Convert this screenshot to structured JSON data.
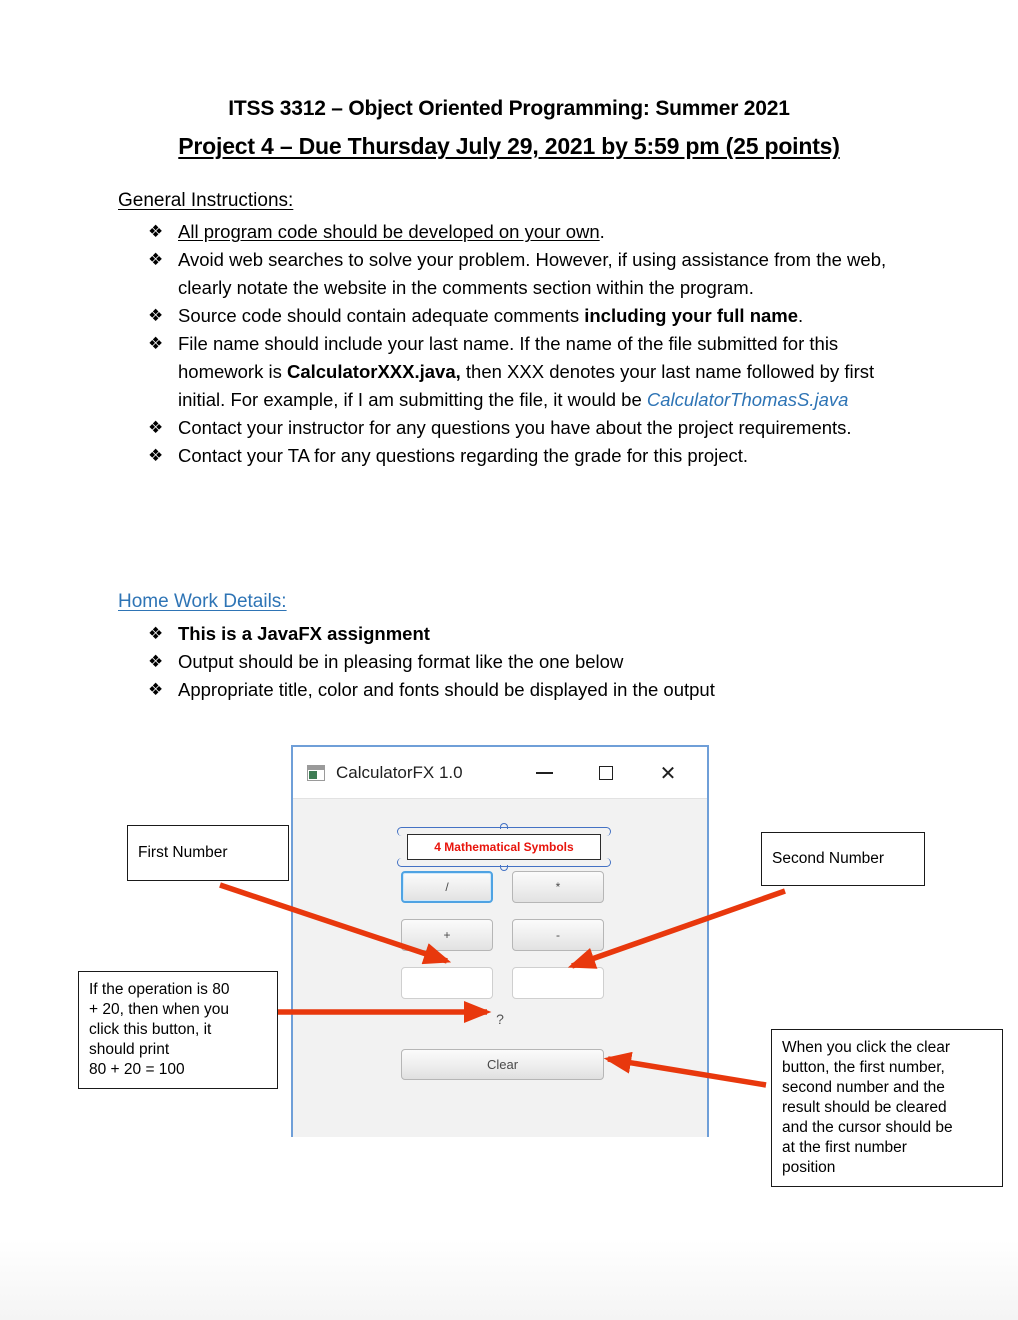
{
  "document": {
    "title_line1": "ITSS 3312 – Object Oriented Programming: Summer 2021",
    "title_line2": "Project 4 – Due Thursday July 29, 2021 by 5:59 pm (25 points)"
  },
  "general_instructions": {
    "heading": "General Instructions:",
    "bullet_glyph": "❖",
    "items": [
      {
        "id": "develop-on-own",
        "segments": [
          {
            "text": "All program code should be developed on your own",
            "style": "underline"
          },
          {
            "text": ".",
            "style": "normal"
          }
        ]
      },
      {
        "id": "avoid-web-searches",
        "segments": [
          {
            "text": "Avoid web searches to solve your problem.  However, if using assistance from the web, clearly notate the website in the comments section within the program.",
            "style": "normal"
          }
        ]
      },
      {
        "id": "adequate-comments",
        "segments": [
          {
            "text": "Source code should contain adequate comments ",
            "style": "normal"
          },
          {
            "text": "including your full name",
            "style": "bold"
          },
          {
            "text": ".",
            "style": "normal"
          }
        ]
      },
      {
        "id": "file-naming",
        "segments": [
          {
            "text": "File name should include your last name.  If the name of the file submitted for this homework is ",
            "style": "normal"
          },
          {
            "text": "CalculatorXXX.java,",
            "style": "bold"
          },
          {
            "text": " then XXX denotes your last name followed by first initial.  For example, if I am submitting the file, it would be ",
            "style": "normal"
          },
          {
            "text": "CalculatorThomasS.java",
            "style": "blue-italic"
          }
        ]
      },
      {
        "id": "contact-instructor",
        "segments": [
          {
            "text": "Contact your instructor for any questions you have about the project requirements.",
            "style": "normal"
          }
        ]
      },
      {
        "id": "contact-ta",
        "segments": [
          {
            "text": "Contact your TA for any questions regarding the grade for this project.",
            "style": "normal"
          }
        ]
      }
    ]
  },
  "homework_details": {
    "heading": "Home Work Details:",
    "bullet_glyph": "❖",
    "items": [
      {
        "id": "javafx-assignment",
        "segments": [
          {
            "text": "This is a JavaFX assignment",
            "style": "bold"
          }
        ]
      },
      {
        "id": "pleasing-format",
        "segments": [
          {
            "text": "Output should be in pleasing format like the one below",
            "style": "normal"
          }
        ]
      },
      {
        "id": "title-color-fonts",
        "segments": [
          {
            "text": "Appropriate title, color and fonts should be displayed in the output",
            "style": "normal"
          }
        ]
      }
    ]
  },
  "calculator_mock": {
    "window_title": "CalculatorFX 1.0",
    "app_icon": "app-window-icon",
    "minimize_label": "minimize-icon",
    "maximize_label": "maximize-icon",
    "close_label": "✕",
    "symbols_callout": "4 Mathematical Symbols",
    "symbols_callout_color": "#e8140c",
    "buttons": {
      "divide": "/",
      "multiply": "*",
      "plus": "+",
      "minus": "-",
      "clear": "Clear"
    },
    "fields": {
      "first_value": "",
      "second_value": ""
    },
    "result_text": "?",
    "focused_button": "divide",
    "selection_border_color": "#6f9fd8"
  },
  "annotations": {
    "first_number": "First Number",
    "second_number": "Second Number",
    "plus_button": "If the operation is 80 + 20, then when you click this button, it should print\n80 + 20 = 100",
    "plus_button_lines": [
      "If the operation is 80",
      "+ 20, then when you",
      "click this button, it",
      "should print",
      "80 + 20 = 100"
    ],
    "clear_button": "When you click the clear button, the first number, second number and the result should be cleared and the cursor should be at the first number position",
    "clear_button_lines": [
      "When you click the clear",
      "button, the first number,",
      "second number and the",
      "result should be cleared",
      "and the cursor should be",
      "at the first number",
      "position"
    ],
    "arrow_color": "#e8380d"
  }
}
